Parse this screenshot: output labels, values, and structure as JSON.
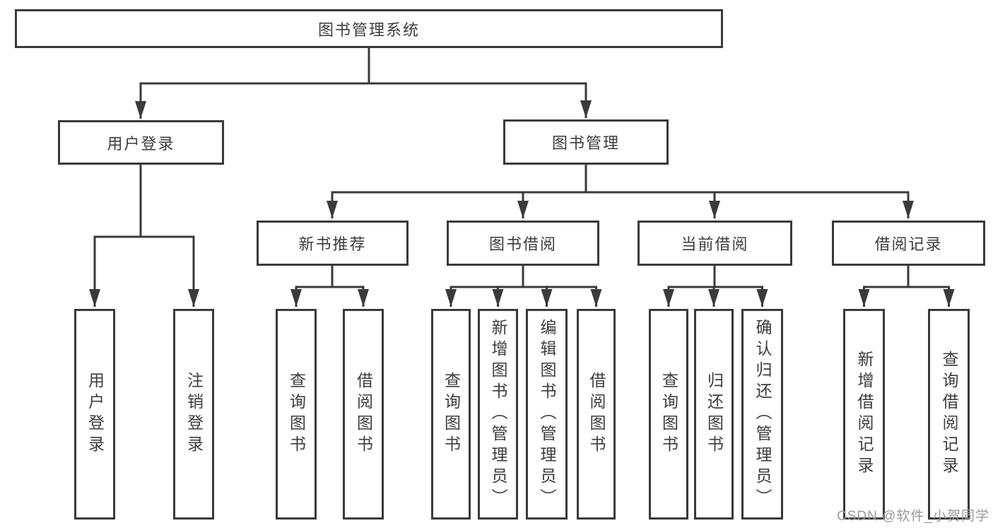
{
  "tree": {
    "label": "图书管理系统",
    "children": [
      {
        "label": "用户登录",
        "children": [
          {
            "label": "用户登录"
          },
          {
            "label": "注销登录"
          }
        ]
      },
      {
        "label": "图书管理",
        "children": [
          {
            "label": "新书推荐",
            "children": [
              {
                "label": "查询图书"
              },
              {
                "label": "借阅图书"
              }
            ]
          },
          {
            "label": "图书借阅",
            "children": [
              {
                "label": "查询图书"
              },
              {
                "label": "新增图书（管理员）"
              },
              {
                "label": "编辑图书（管理员）"
              },
              {
                "label": "借阅图书"
              }
            ]
          },
          {
            "label": "当前借阅",
            "children": [
              {
                "label": "查询图书"
              },
              {
                "label": "归还图书"
              },
              {
                "label": "确认归还（管理员）"
              }
            ]
          },
          {
            "label": "借阅记录",
            "children": [
              {
                "label": "新增借阅记录"
              },
              {
                "label": "查询借阅记录"
              }
            ]
          }
        ]
      }
    ]
  },
  "watermark": {
    "text": "CSDN @软件_小贺同学"
  },
  "colors": {
    "line": "#3a3a3a",
    "box_border": "#3a3a3a",
    "text": "#3d3d3d",
    "watermark": "#9b9b9b",
    "background": "#ffffff"
  }
}
